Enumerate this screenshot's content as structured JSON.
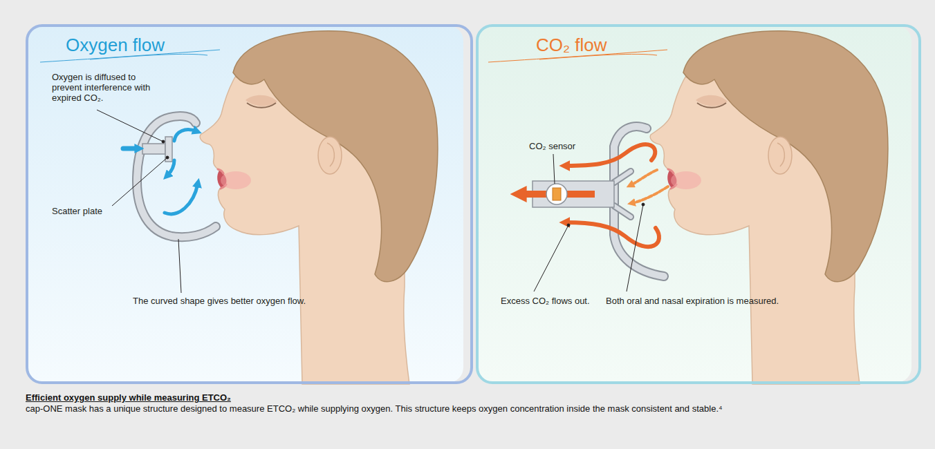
{
  "diagram": {
    "caption": "Efficient oxygen supply while measuring ETCO₂",
    "nodes": [
      {
        "text": [
          "Oxygen flow"
        ]
      },
      {
        "text": [
          "CO₂ flow"
        ]
      }
    ],
    "labels": [
      "Oxygen is diffused to prevent interference with expired CO₂.",
      "Scatter plate",
      "The curved shape gives better oxygen flow.",
      "CO₂ sensor",
      "Excess CO₂ flows out.",
      "Both oral and nasal expiration is measured.",
      "cap-ONE mask has a unique structure designed to measure ETCO₂ while supplying oxygen. This structure keeps oxygen concentration inside the mask consistent and stable.⁴"
    ]
  }
}
